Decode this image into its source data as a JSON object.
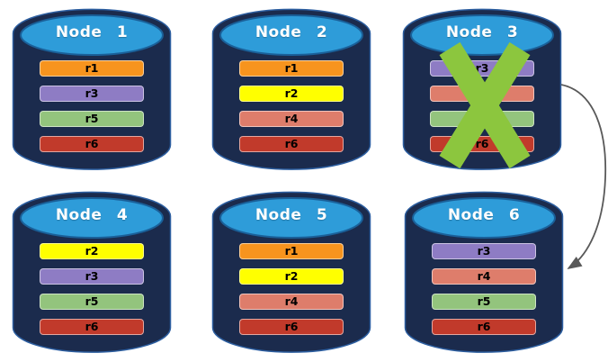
{
  "palette": {
    "page-bg": "#ffffff",
    "cyl-body": "#1B2B4D",
    "cyl-stroke": "#2D5FA1",
    "cyl-top": "#2E9CD9",
    "cyl-top-stroke": "#1A6099",
    "x-green": "#8CC63E",
    "arrow-gray": "#595959"
  },
  "diagram": {
    "nodes": [
      {
        "label": "Node 1",
        "failed": false,
        "rows": [
          {
            "label": "r1",
            "color": "#F7941E"
          },
          {
            "label": "r3",
            "color": "#8E7CC4"
          },
          {
            "label": "r5",
            "color": "#93C47D"
          },
          {
            "label": "r6",
            "color": "#C13A2B"
          }
        ]
      },
      {
        "label": "Node 2",
        "failed": false,
        "rows": [
          {
            "label": "r1",
            "color": "#F7941E"
          },
          {
            "label": "r2",
            "color": "#FFFF00"
          },
          {
            "label": "r4",
            "color": "#DE7D6B"
          },
          {
            "label": "r6",
            "color": "#C13A2B"
          }
        ]
      },
      {
        "label": "Node 3",
        "failed": true,
        "rows": [
          {
            "label": "r3",
            "color": "#8E7CC4"
          },
          {
            "label": "r4",
            "color": "#DE7D6B"
          },
          {
            "label": "r5",
            "color": "#93C47D"
          },
          {
            "label": "r6",
            "color": "#C13A2B"
          }
        ]
      },
      {
        "label": "Node 4",
        "failed": false,
        "rows": [
          {
            "label": "r2",
            "color": "#FFFF00"
          },
          {
            "label": "r3",
            "color": "#8E7CC4"
          },
          {
            "label": "r5",
            "color": "#93C47D"
          },
          {
            "label": "r6",
            "color": "#C13A2B"
          }
        ]
      },
      {
        "label": "Node 5",
        "failed": false,
        "rows": [
          {
            "label": "r1",
            "color": "#F7941E"
          },
          {
            "label": "r2",
            "color": "#FFFF00"
          },
          {
            "label": "r4",
            "color": "#DE7D6B"
          },
          {
            "label": "r6",
            "color": "#C13A2B"
          }
        ]
      },
      {
        "label": "Node 6",
        "failed": false,
        "rows": [
          {
            "label": "r3",
            "color": "#8E7CC4"
          },
          {
            "label": "r4",
            "color": "#DE7D6B"
          },
          {
            "label": "r5",
            "color": "#93C47D"
          },
          {
            "label": "r6",
            "color": "#C13A2B"
          }
        ]
      }
    ],
    "failure": {
      "node": "Node 3",
      "marker": "green-x"
    },
    "arrow": {
      "from": "Node 3",
      "to": "Node 6"
    }
  }
}
